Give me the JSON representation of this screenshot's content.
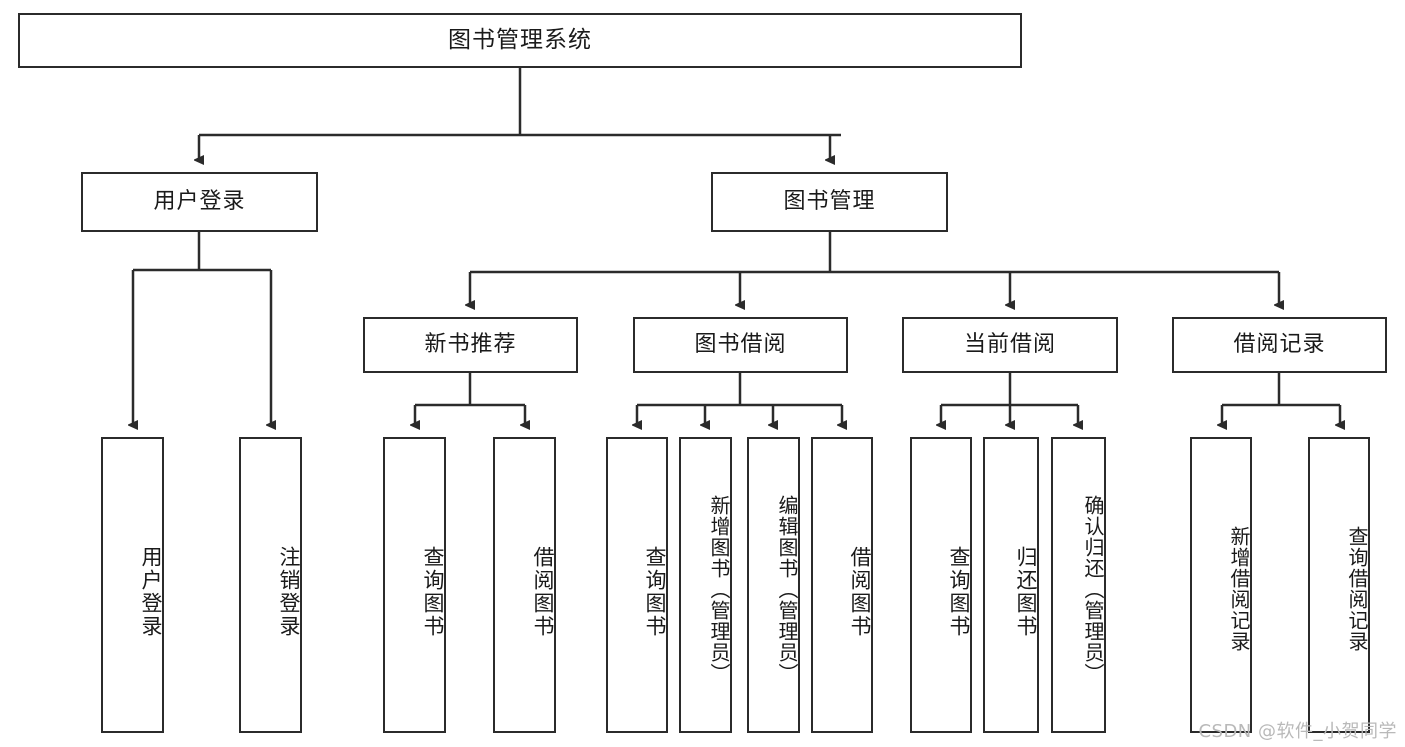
{
  "diagram": {
    "title": "图书管理系统",
    "type": "tree-hierarchy-diagram",
    "root": {
      "label": "图书管理系统"
    },
    "level2": [
      {
        "label": "用户登录"
      },
      {
        "label": "图书管理"
      }
    ],
    "level3": [
      {
        "label": "新书推荐"
      },
      {
        "label": "图书借阅"
      },
      {
        "label": "当前借阅"
      },
      {
        "label": "借阅记录"
      }
    ],
    "leaves_user_login": [
      {
        "label": "用户登录"
      },
      {
        "label": "注销登录"
      }
    ],
    "leaves_new_book": [
      {
        "label": "查询图书"
      },
      {
        "label": "借阅图书"
      }
    ],
    "leaves_borrow": [
      {
        "label": "查询图书"
      },
      {
        "label": "新增图书（管理员）"
      },
      {
        "label": "编辑图书（管理员）"
      },
      {
        "label": "借阅图书"
      }
    ],
    "leaves_current": [
      {
        "label": "查询图书"
      },
      {
        "label": "归还图书"
      },
      {
        "label": "确认归还（管理员）"
      }
    ],
    "leaves_record": [
      {
        "label": "新增借阅记录"
      },
      {
        "label": "查询借阅记录"
      }
    ]
  },
  "watermark": {
    "text": "CSDN @软件_小贺同学"
  },
  "colors": {
    "stroke": "#2b2b2b",
    "fill": "#ffffff",
    "text": "#1a1a1a",
    "watermark": "#b9b9b9"
  }
}
